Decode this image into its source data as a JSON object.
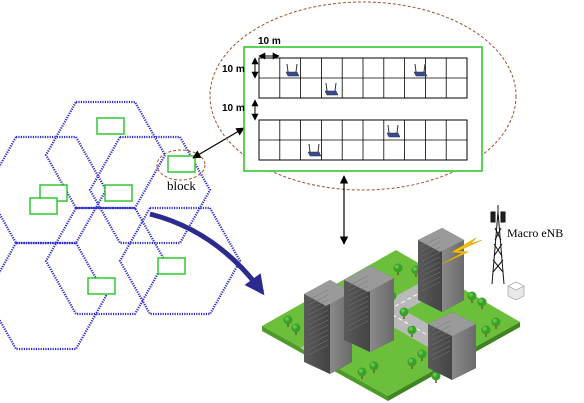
{
  "labels": {
    "block": "block",
    "macro": "Macro eNB",
    "dim_width": "10 m",
    "dim_height": "10 m",
    "dim_gap": "10 m"
  },
  "colors": {
    "hexagon": "#2a2ad0",
    "block_border": "#22c422",
    "zoom_ellipse": "#a0522d",
    "curved_arrow": "#2b2b8f",
    "grid_line": "#000000"
  },
  "icons": [
    "wifi-router-icon",
    "building-icon",
    "tree-icon",
    "radio-tower-icon",
    "lightning-icon",
    "small-cell-box-icon"
  ]
}
